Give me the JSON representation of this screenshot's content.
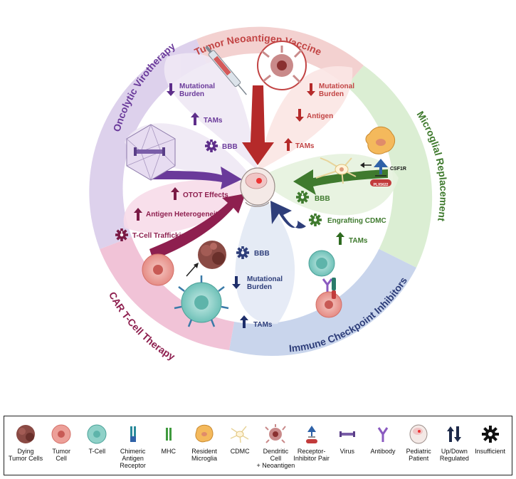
{
  "segments": {
    "tumor_vaccine": {
      "title": "Tumor Neoantigen Vaccine",
      "color": "#c24444",
      "items": [
        "Mutational\nBurden",
        "Antigen",
        "TAMs"
      ]
    },
    "microglial": {
      "title": "Microglial Replacement",
      "color": "#3f7a2e",
      "items": [
        "BBB",
        "Engrafting CDMC",
        "TAMs"
      ],
      "csf1r": "CSF1R",
      "plx": "PLX5622"
    },
    "checkpoint": {
      "title": "Immune Checkpoint Inhibitors",
      "color": "#2e3e7a",
      "items": [
        "BBB",
        "Mutational\nBurden",
        "TAMs"
      ]
    },
    "car_t": {
      "title": "CAR T-Cell Therapy",
      "color": "#8e1f4f",
      "items": [
        "OTOT Effects",
        "Antigen Heterogeneity",
        "T-Cell Trafficking"
      ]
    },
    "oncolytic": {
      "title": "Oncolytic Virotherapy",
      "color": "#6a3a9a",
      "items": [
        "Mutational\nBurden",
        "TAMs",
        "BBB"
      ]
    }
  },
  "legend": [
    {
      "icon": "dying-tumor-cells-icon",
      "label": "Dying\nTumor Cells"
    },
    {
      "icon": "tumor-cell-icon",
      "label": "Tumor\nCell"
    },
    {
      "icon": "t-cell-icon",
      "label": "T-Cell"
    },
    {
      "icon": "chimeric-antigen-receptor-icon",
      "label": "Chimeric\nAntigen\nReceptor"
    },
    {
      "icon": "mhc-icon",
      "label": "MHC"
    },
    {
      "icon": "resident-microglia-icon",
      "label": "Resident\nMicroglia"
    },
    {
      "icon": "cdmc-icon",
      "label": "CDMC"
    },
    {
      "icon": "dendritic-cell-neoantigen-icon",
      "label": "Dendritic\nCell\n+ Neoantigen"
    },
    {
      "icon": "receptor-inhibitor-pair-icon",
      "label": "Receptor-\nInhibitor Pair"
    },
    {
      "icon": "virus-icon",
      "label": "Virus"
    },
    {
      "icon": "antibody-icon",
      "label": "Antibody"
    },
    {
      "icon": "pediatric-patient-icon",
      "label": "Pediatric\nPatient"
    },
    {
      "icon": "up-down-regulated-icon",
      "label": "Up/Down\nRegulated"
    },
    {
      "icon": "insufficient-icon",
      "label": "Insufficient"
    }
  ]
}
